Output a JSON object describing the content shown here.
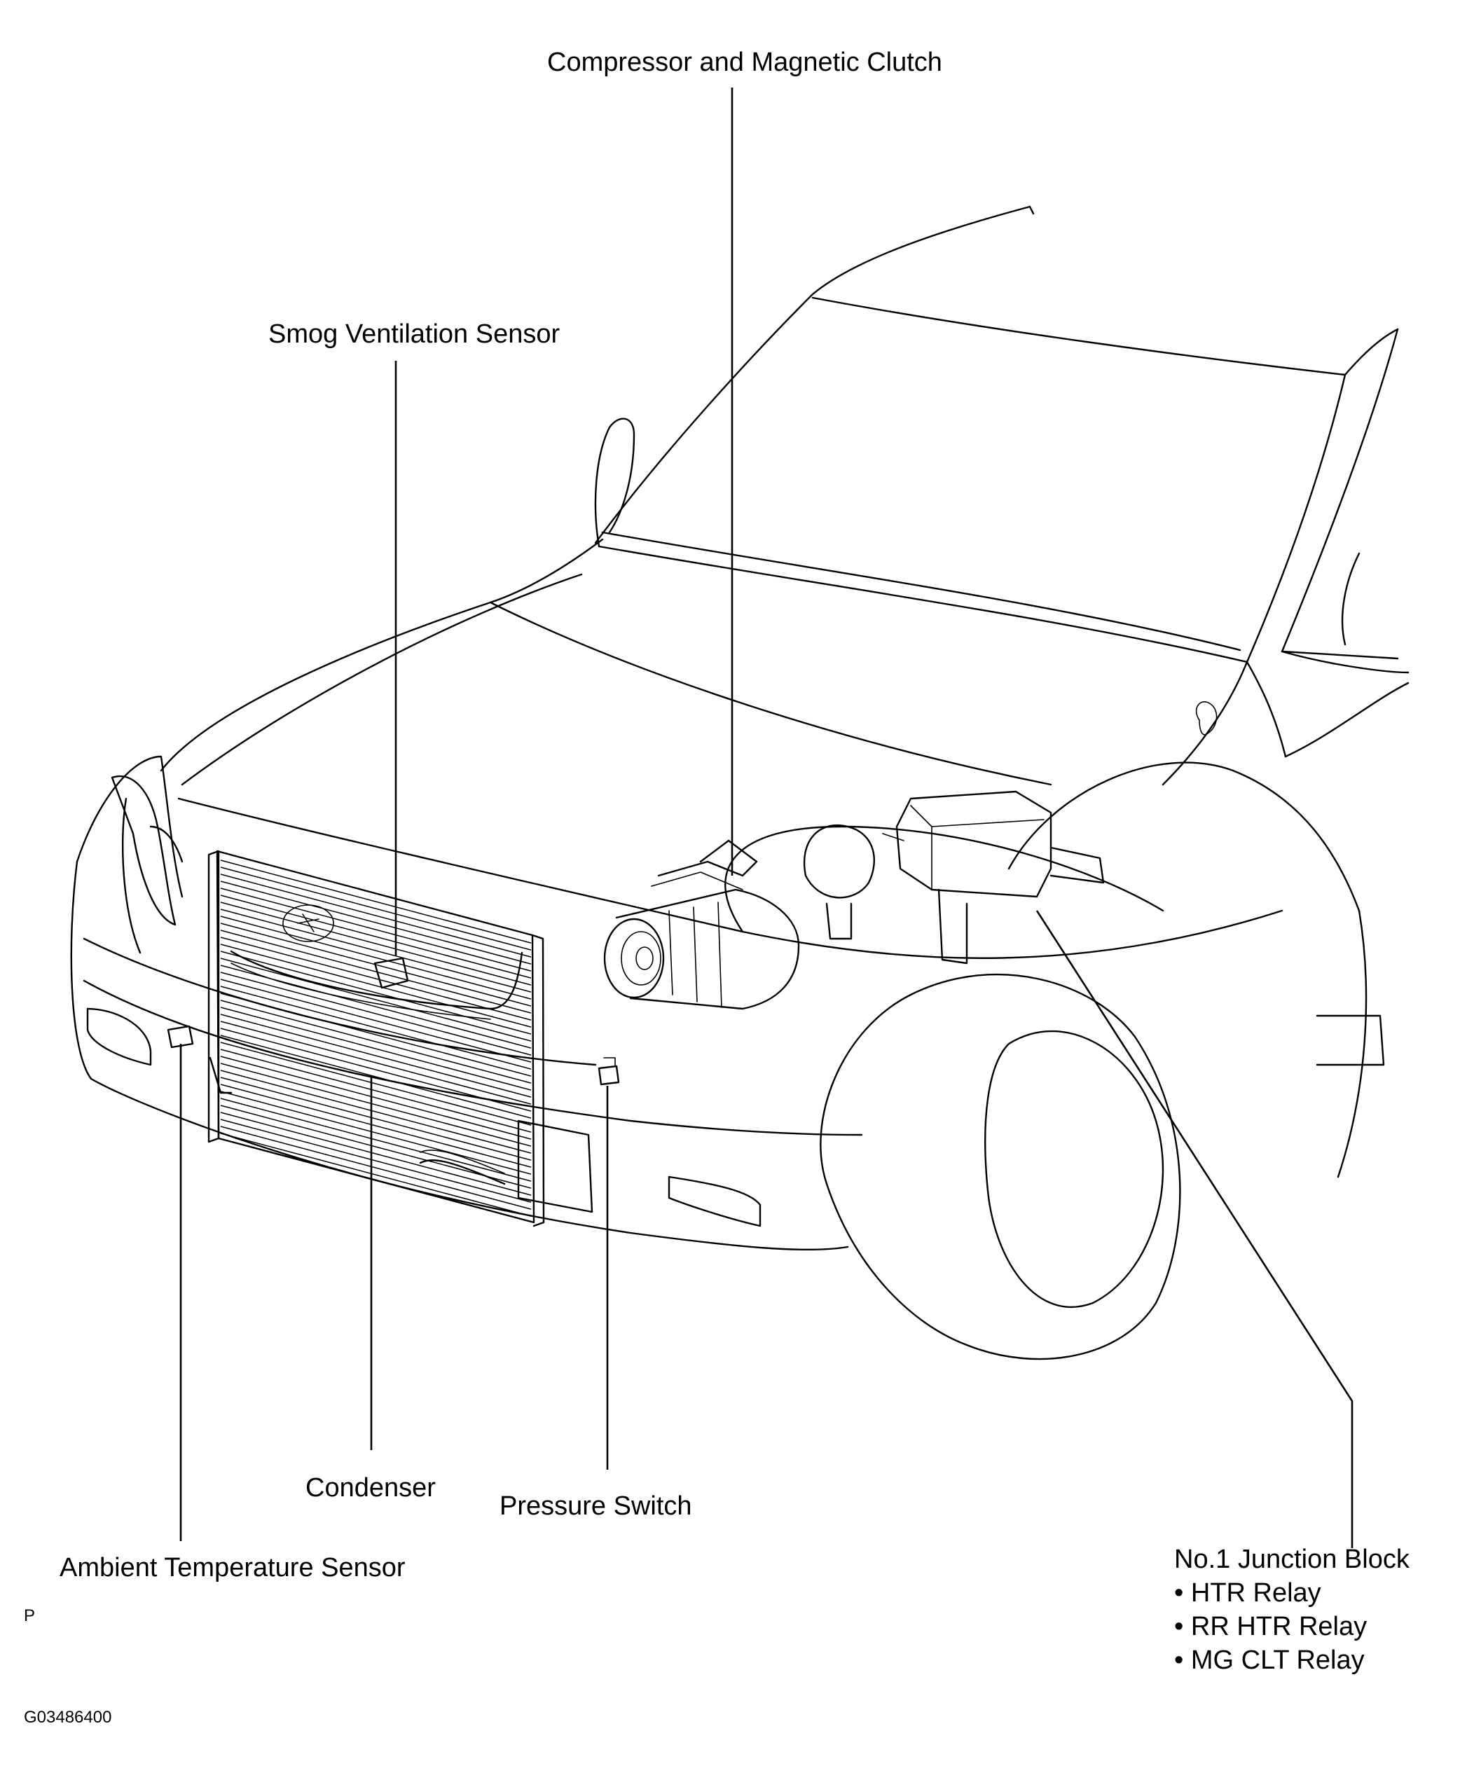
{
  "labels": {
    "compressor": "Compressor and Magnetic Clutch",
    "smog_sensor": "Smog Ventilation Sensor",
    "condenser": "Condenser",
    "pressure_switch": "Pressure Switch",
    "ambient_sensor": "Ambient Temperature Sensor",
    "junction_block": {
      "title": "No.1 Junction Block",
      "items": [
        "HTR Relay",
        "RR HTR Relay",
        "MG CLT Relay"
      ]
    }
  },
  "corner_mark": "P",
  "figure_id": "G03486400"
}
